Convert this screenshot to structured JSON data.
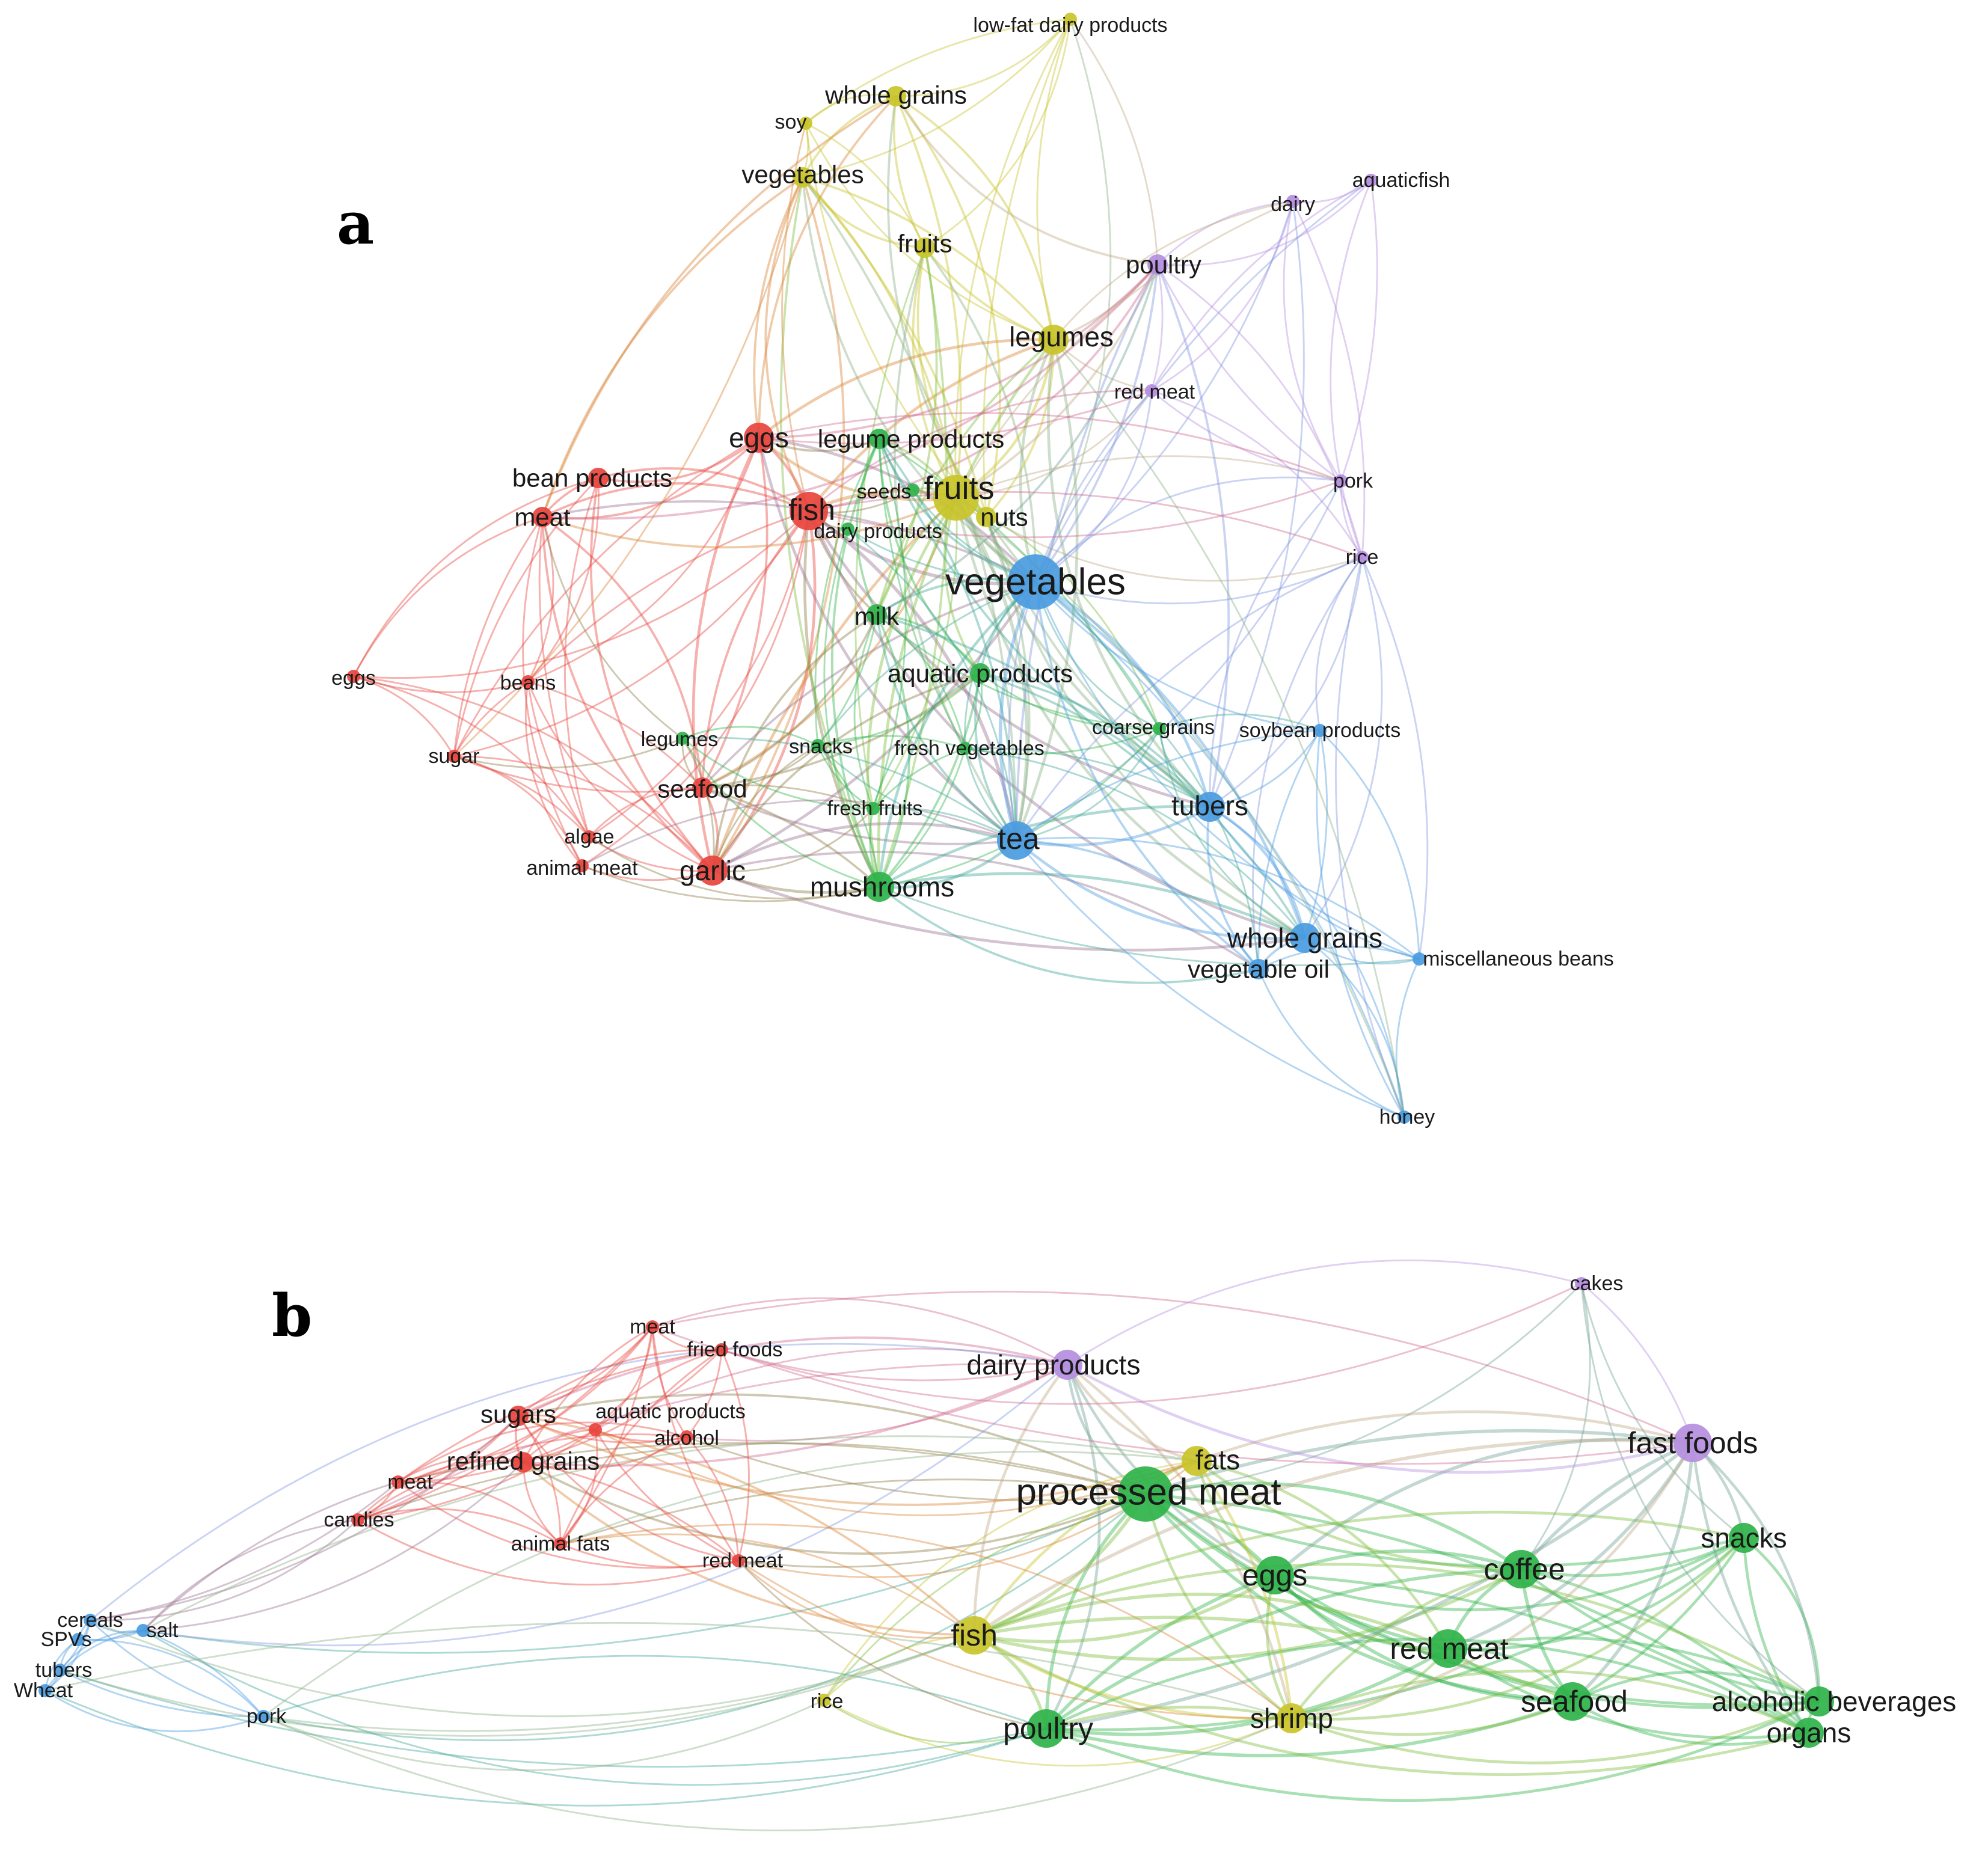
{
  "colors": {
    "red": "#e8443d",
    "green": "#2fb34a",
    "blue": "#4a9be0",
    "yellow": "#c9c42a",
    "purple": "#b58ee0"
  },
  "panels": [
    {
      "id": "a",
      "letter": "a",
      "nodes": [
        {
          "id": "a-low-fat-dairy-products",
          "label": "low-fat dairy products",
          "cluster": "yellow",
          "size": 1
        },
        {
          "id": "a-whole-grains-y",
          "label": "whole grains",
          "cluster": "yellow",
          "size": 2
        },
        {
          "id": "a-soy",
          "label": "soy",
          "cluster": "yellow",
          "size": 1
        },
        {
          "id": "a-vegetables-y",
          "label": "vegetables",
          "cluster": "yellow",
          "size": 2
        },
        {
          "id": "a-fruits-y",
          "label": "fruits",
          "cluster": "yellow",
          "size": 2
        },
        {
          "id": "a-legumes-y",
          "label": "legumes",
          "cluster": "yellow",
          "size": 3
        },
        {
          "id": "a-fruits-big",
          "label": "fruits",
          "cluster": "yellow",
          "size": 5
        },
        {
          "id": "a-nuts",
          "label": "nuts",
          "cluster": "yellow",
          "size": 2
        },
        {
          "id": "a-aquaticfish",
          "label": "aquaticfish",
          "cluster": "purple",
          "size": 1
        },
        {
          "id": "a-dairy",
          "label": "dairy",
          "cluster": "purple",
          "size": 1
        },
        {
          "id": "a-poultry",
          "label": "poultry",
          "cluster": "purple",
          "size": 2
        },
        {
          "id": "a-red-meat",
          "label": "red meat",
          "cluster": "purple",
          "size": 1
        },
        {
          "id": "a-pork",
          "label": "pork",
          "cluster": "purple",
          "size": 1
        },
        {
          "id": "a-rice",
          "label": "rice",
          "cluster": "purple",
          "size": 1
        },
        {
          "id": "a-eggs-r",
          "label": "eggs",
          "cluster": "red",
          "size": 3
        },
        {
          "id": "a-bean-products",
          "label": "bean products",
          "cluster": "red",
          "size": 2
        },
        {
          "id": "a-meat",
          "label": "meat",
          "cluster": "red",
          "size": 2
        },
        {
          "id": "a-fish",
          "label": "fish",
          "cluster": "red",
          "size": 4
        },
        {
          "id": "a-eggs-small",
          "label": "eggs",
          "cluster": "red",
          "size": 1
        },
        {
          "id": "a-beans",
          "label": "beans",
          "cluster": "red",
          "size": 1
        },
        {
          "id": "a-sugar",
          "label": "sugar",
          "cluster": "red",
          "size": 1
        },
        {
          "id": "a-seafood",
          "label": "seafood",
          "cluster": "red",
          "size": 2
        },
        {
          "id": "a-algae",
          "label": "algae",
          "cluster": "red",
          "size": 1
        },
        {
          "id": "a-animal-meat",
          "label": "animal meat",
          "cluster": "red",
          "size": 1
        },
        {
          "id": "a-garlic",
          "label": "garlic",
          "cluster": "red",
          "size": 3
        },
        {
          "id": "a-legume-products",
          "label": "legume products",
          "cluster": "green",
          "size": 2
        },
        {
          "id": "a-seeds",
          "label": "seeds",
          "cluster": "green",
          "size": 1
        },
        {
          "id": "a-dairy-products",
          "label": "dairy products",
          "cluster": "green",
          "size": 1
        },
        {
          "id": "a-milk",
          "label": "milk",
          "cluster": "green",
          "size": 2
        },
        {
          "id": "a-aquatic-products",
          "label": "aquatic products",
          "cluster": "green",
          "size": 2
        },
        {
          "id": "a-legumes-g",
          "label": "legumes",
          "cluster": "green",
          "size": 1
        },
        {
          "id": "a-snacks",
          "label": "snacks",
          "cluster": "green",
          "size": 1
        },
        {
          "id": "a-fresh-vegetables",
          "label": "fresh vegetables",
          "cluster": "green",
          "size": 1
        },
        {
          "id": "a-coarse-grains",
          "label": "coarse grains",
          "cluster": "green",
          "size": 1
        },
        {
          "id": "a-fresh-fruits",
          "label": "fresh fruits",
          "cluster": "green",
          "size": 1
        },
        {
          "id": "a-mushrooms",
          "label": "mushrooms",
          "cluster": "green",
          "size": 3
        },
        {
          "id": "a-vegetables-b",
          "label": "vegetables",
          "cluster": "blue",
          "size": 6
        },
        {
          "id": "a-soybean-products",
          "label": "soybean products",
          "cluster": "blue",
          "size": 1
        },
        {
          "id": "a-tubers",
          "label": "tubers",
          "cluster": "blue",
          "size": 3
        },
        {
          "id": "a-tea",
          "label": "tea",
          "cluster": "blue",
          "size": 4
        },
        {
          "id": "a-whole-grains-b",
          "label": "whole grains",
          "cluster": "blue",
          "size": 3
        },
        {
          "id": "a-vegetable-oil",
          "label": "vegetable oil",
          "cluster": "blue",
          "size": 2
        },
        {
          "id": "a-miscellaneous-beans",
          "label": "miscellaneous beans",
          "cluster": "blue",
          "size": 1
        },
        {
          "id": "a-honey",
          "label": "honey",
          "cluster": "blue",
          "size": 1
        }
      ]
    },
    {
      "id": "b",
      "letter": "b",
      "nodes": [
        {
          "id": "b-cakes",
          "label": "cakes",
          "cluster": "purple",
          "size": 1
        },
        {
          "id": "b-dairy-products",
          "label": "dairy products",
          "cluster": "purple",
          "size": 3
        },
        {
          "id": "b-fast-foods",
          "label": "fast foods",
          "cluster": "purple",
          "size": 4
        },
        {
          "id": "b-meat-top",
          "label": "meat",
          "cluster": "red",
          "size": 1
        },
        {
          "id": "b-fried-foods",
          "label": "fried foods",
          "cluster": "red",
          "size": 1
        },
        {
          "id": "b-sugars",
          "label": "sugars",
          "cluster": "red",
          "size": 2
        },
        {
          "id": "b-aquatic-products",
          "label": "aquatic products",
          "cluster": "red",
          "size": 1
        },
        {
          "id": "b-alcohol",
          "label": "alcohol",
          "cluster": "red",
          "size": 1
        },
        {
          "id": "b-refined-grains",
          "label": "refined grains",
          "cluster": "red",
          "size": 2
        },
        {
          "id": "b-meat",
          "label": "meat",
          "cluster": "red",
          "size": 1
        },
        {
          "id": "b-candies",
          "label": "candies",
          "cluster": "red",
          "size": 1
        },
        {
          "id": "b-animal-fats",
          "label": "animal fats",
          "cluster": "red",
          "size": 1
        },
        {
          "id": "b-red-meat-r",
          "label": "red meat",
          "cluster": "red",
          "size": 1
        },
        {
          "id": "b-fats",
          "label": "fats",
          "cluster": "yellow",
          "size": 3
        },
        {
          "id": "b-fish",
          "label": "fish",
          "cluster": "yellow",
          "size": 4
        },
        {
          "id": "b-rice",
          "label": "rice",
          "cluster": "yellow",
          "size": 1
        },
        {
          "id": "b-shrimp",
          "label": "shrimp",
          "cluster": "yellow",
          "size": 3
        },
        {
          "id": "b-processed-meat",
          "label": "processed meat",
          "cluster": "green",
          "size": 6
        },
        {
          "id": "b-eggs",
          "label": "eggs",
          "cluster": "green",
          "size": 4
        },
        {
          "id": "b-coffee",
          "label": "coffee",
          "cluster": "green",
          "size": 4
        },
        {
          "id": "b-snacks",
          "label": "snacks",
          "cluster": "green",
          "size": 3
        },
        {
          "id": "b-red-meat-g",
          "label": "red meat",
          "cluster": "green",
          "size": 4
        },
        {
          "id": "b-seafood",
          "label": "seafood",
          "cluster": "green",
          "size": 4
        },
        {
          "id": "b-alcoholic-beverages",
          "label": "alcoholic beverages",
          "cluster": "green",
          "size": 3
        },
        {
          "id": "b-organs",
          "label": "organs",
          "cluster": "green",
          "size": 3
        },
        {
          "id": "b-poultry",
          "label": "poultry",
          "cluster": "green",
          "size": 4
        },
        {
          "id": "b-cereals",
          "label": "cereals",
          "cluster": "blue",
          "size": 1
        },
        {
          "id": "b-salt",
          "label": "salt",
          "cluster": "blue",
          "size": 1
        },
        {
          "id": "b-spvs",
          "label": "SPVs",
          "cluster": "blue",
          "size": 1
        },
        {
          "id": "b-tubers",
          "label": "tubers",
          "cluster": "blue",
          "size": 1
        },
        {
          "id": "b-wheat",
          "label": "Wheat",
          "cluster": "blue",
          "size": 1
        },
        {
          "id": "b-pork",
          "label": "pork",
          "cluster": "blue",
          "size": 1
        }
      ]
    }
  ]
}
